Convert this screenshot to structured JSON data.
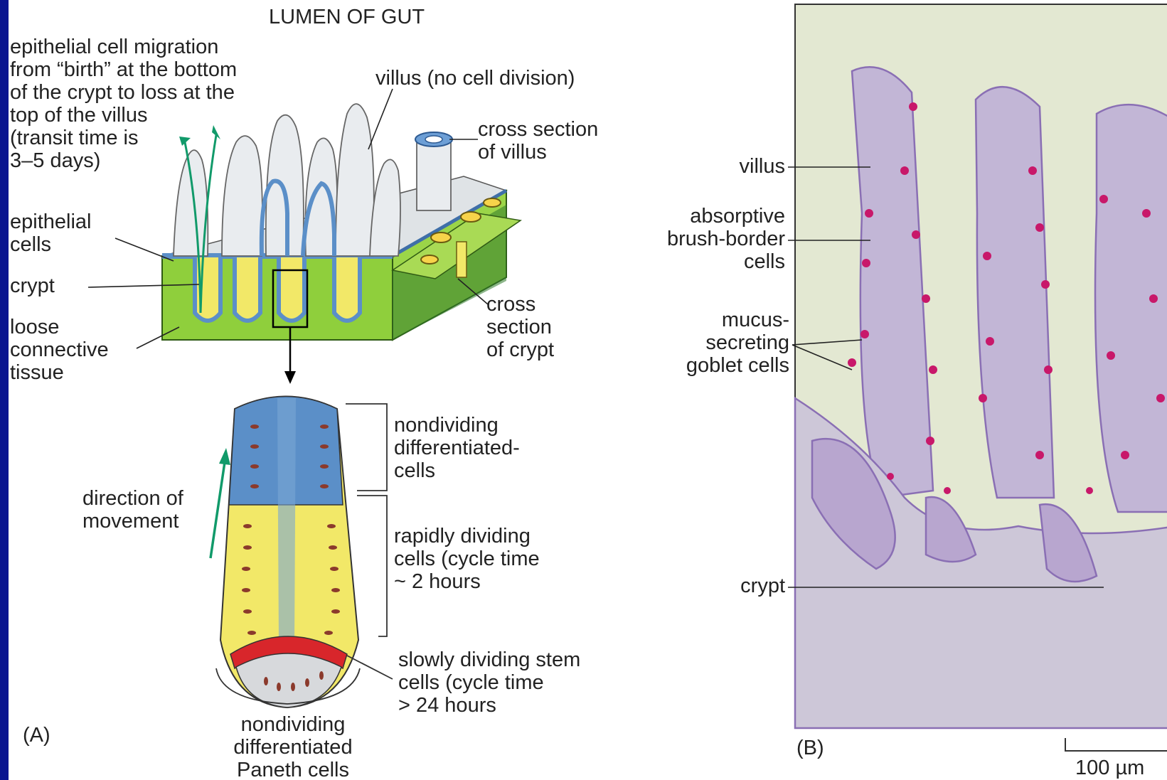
{
  "panel_a": {
    "lumen_title": "LUMEN OF GUT",
    "migration_note": "epithelial cell migration\nfrom “birth” at the bottom\nof the crypt to loss at the\ntop of the villus\n(transit time is\n3–5 days)",
    "villus_label": "villus (no cell division)",
    "cross_villus_label": "cross section\nof villus",
    "epithelial_label": "epithelial\ncells",
    "crypt_label": "crypt",
    "loose_label": "loose\nconnective\ntissue",
    "cross_crypt_label": "cross\nsection\nof crypt",
    "nondividing_label": "nondividing\ndifferentiated-\ncells",
    "direction_label": "direction of\nmovement",
    "rapid_label": "rapidly dividing\ncells (cycle time\n~ 2 hours",
    "stem_label": "slowly dividing stem\ncells (cycle time\n> 24 hours",
    "paneth_label": "nondividing\ndifferentiated\nPaneth cells",
    "panel_letter": "(A)"
  },
  "panel_b": {
    "villus_label": "villus",
    "absorptive_label": "absorptive\nbrush-border\ncells",
    "goblet_label": "mucus-\nsecreting\ngoblet cells",
    "crypt_label": "crypt",
    "panel_letter": "(B)",
    "scale_label": "100 µm"
  },
  "colors": {
    "slide_border": "#0f1fa8",
    "connective_tissue": "#8fcf3c",
    "epithelium_blue": "#5b8fc8",
    "dividing_yellow": "#f2e868",
    "stem_red": "#d8262b",
    "arrow_green": "#119a6a",
    "micrograph_bg": "#e3e8d2",
    "goblet_magenta": "#c8186a"
  }
}
